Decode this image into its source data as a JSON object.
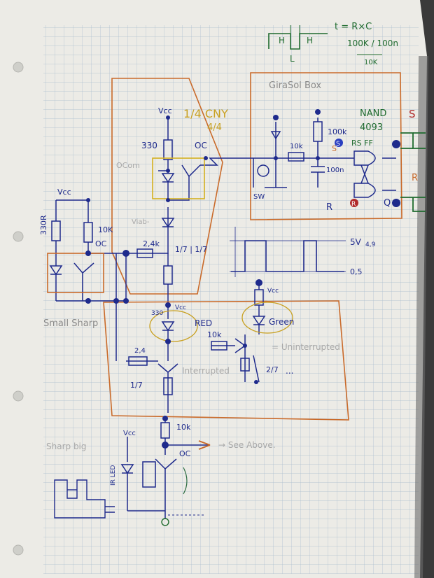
{
  "colors": {
    "paper": "#ecebe6",
    "grid": "#a9bccd",
    "blue_ink": "#1e2a8c",
    "green_ink": "#1f6b2f",
    "orange_ink": "#c96a2a",
    "red_ink": "#b02a2a",
    "pencil": "#9a9a9a"
  },
  "labels": {
    "formula": "t = R×C",
    "formula_vals": "100K / 100n",
    "formula_res": "10K",
    "timing_h1": "H",
    "timing_h2": "H",
    "timing_l": "L",
    "girasol_box": "GiraSol Box",
    "cny_title": "1/4 CNY",
    "cny_frac": "4/4",
    "r330_top": "330",
    "vcc_top": "Vcc",
    "oc_top": "OC",
    "ocom_faint": "OCom",
    "viable_faint": "Viab-",
    "nand": "NAND",
    "nand_num": "4093",
    "rs_ff": "RS FF",
    "r100k": "100k",
    "r10k_box": "10k",
    "c100n": "100n",
    "sw": "SW",
    "s_bubble": "S",
    "s_out": "S",
    "s_in": "S",
    "r_in": "R",
    "r_bubble": "R",
    "r_out": "R",
    "q_bar": "Q",
    "vcc_left": "Vcc",
    "r330_left": "330R",
    "r10k_left": "10K",
    "oc_left": "OC",
    "r24k": "2,4k",
    "frac_mid": "1/7 | 1/7",
    "small_sharp": "Small Sharp",
    "v5": "5V",
    "v49": "4,9",
    "v05": "0,5",
    "vcc_red": "Vcc",
    "r330_red": "330",
    "red": "RED",
    "vcc_green": "Vcc",
    "green": "Green",
    "r10k_tr": "10k",
    "uninterrupted": "= Uninterrupted",
    "frac_green": "2/7",
    "dots": "...",
    "r24k_low": "2,4",
    "frac_low": "1/7",
    "interrupted": "Interrupted",
    "sharp_big": "Sharp big",
    "vcc_bot": "Vcc",
    "ir_led": "IR LED",
    "r10k_bot": "10k",
    "oc_bot": "OC",
    "see_above": "→ See Above."
  }
}
